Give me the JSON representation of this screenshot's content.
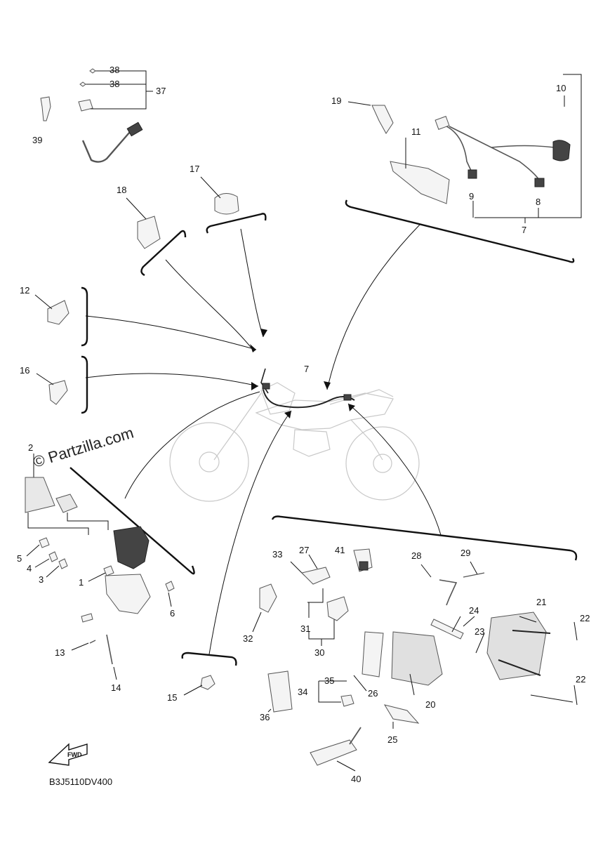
{
  "diagram": {
    "diagram_code": "B3J5110DV400",
    "watermark": "© Partzilla.com",
    "fwd_label": "FWD",
    "callouts": {
      "c1": "1",
      "c2": "2",
      "c3": "3",
      "c4": "4",
      "c5": "5",
      "c6": "6",
      "c7a": "7",
      "c7b": "7",
      "c8": "8",
      "c9": "9",
      "c10": "10",
      "c11": "11",
      "c12": "12",
      "c13": "13",
      "c14": "14",
      "c15": "15",
      "c16": "16",
      "c17": "17",
      "c18": "18",
      "c19": "19",
      "c20": "20",
      "c21": "21",
      "c22a": "22",
      "c22b": "22",
      "c23": "23",
      "c24": "24",
      "c25": "25",
      "c26": "26",
      "c27": "27",
      "c28": "28",
      "c29": "29",
      "c30": "30",
      "c31": "31",
      "c32": "32",
      "c33": "33",
      "c34": "34",
      "c35": "35",
      "c36": "36",
      "c37": "37",
      "c38a": "38",
      "c38b": "38",
      "c39": "39",
      "c40": "40",
      "c41": "41"
    }
  }
}
